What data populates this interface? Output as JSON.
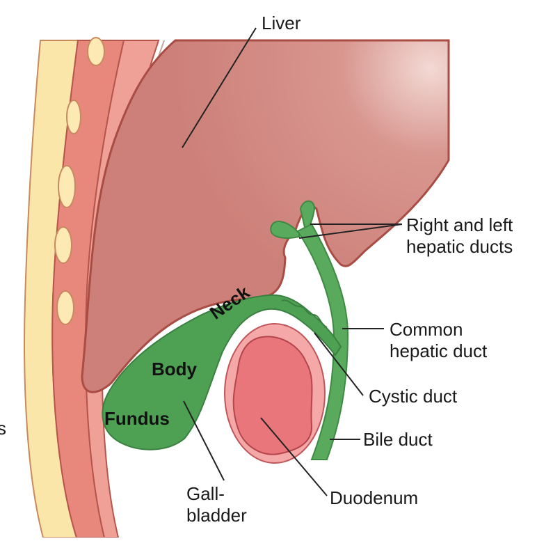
{
  "labels": {
    "liver": "Liver",
    "hepatic_ducts": [
      "Right and left",
      "hepatic ducts"
    ],
    "common_hepatic": [
      "Common",
      "hepatic duct"
    ],
    "cystic": "Cystic duct",
    "bile": "Bile duct",
    "duodenum": "Duodenum",
    "gallbladder": [
      "Gall-",
      "bladder"
    ],
    "neck": "Neck",
    "body": "Body",
    "fundus": "Fundus",
    "edge_fragment": "s"
  },
  "colors": {
    "liver": "#cf8680",
    "liver_outline": "#b0524a",
    "bile_green": "#5aaa5e",
    "green_outline": "#3f8a43",
    "fat": "#fbe5a8",
    "muscle": "#e7877c",
    "duodenum_outer": "#f3a7a6",
    "duodenum_inner": "#e9787c"
  }
}
